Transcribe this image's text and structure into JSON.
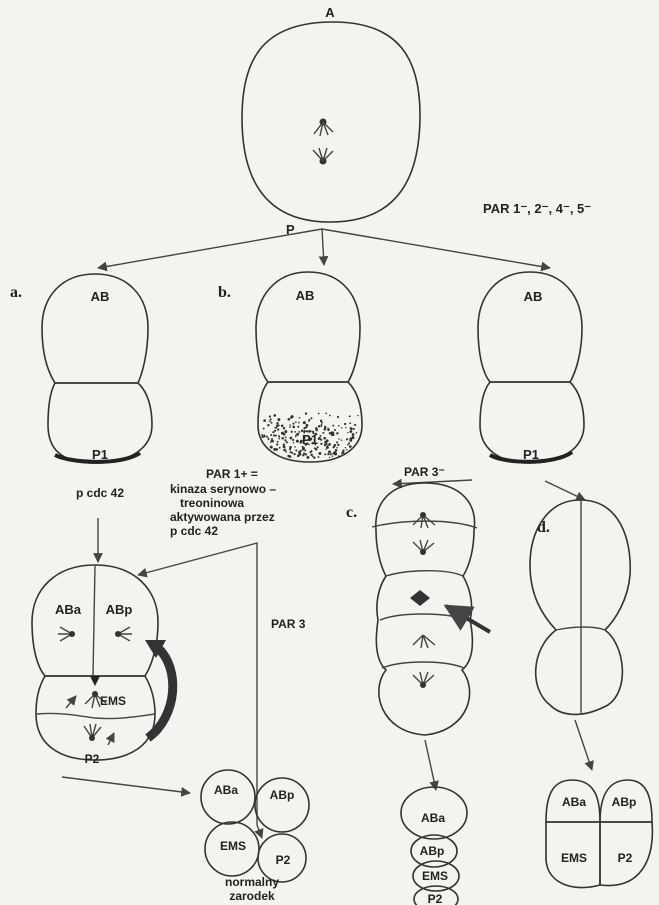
{
  "labels": {
    "a_top": "A",
    "p_top": "P",
    "par_mutants": "PAR 1⁻, 2⁻, 4⁻, 5⁻",
    "panel_a": "a.",
    "panel_b": "b.",
    "panel_c": "c.",
    "panel_d": "d.",
    "ab": "AB",
    "p1": "P1",
    "p_cdc42": "p cdc 42",
    "par1_title": "PAR 1+ =",
    "par1_line1": "kinaza serynowo –",
    "par1_line2": "treoninowa",
    "par1_line3": "aktywowana przez",
    "par1_line4": "p cdc 42",
    "par3_minus": "PAR 3⁻",
    "par3": "PAR 3",
    "aba": "ABa",
    "abp": "ABp",
    "ems": "EMS",
    "p2": "P2",
    "normal_1": "normalny",
    "normal_2": "zarodek"
  },
  "colors": {
    "ink": "#333333",
    "paper": "#f3f3ef"
  }
}
